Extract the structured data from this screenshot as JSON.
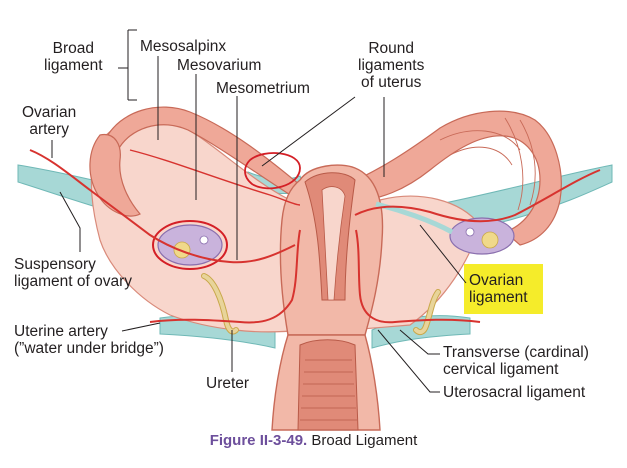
{
  "labels": {
    "broad_ligament": [
      "Broad",
      "ligament"
    ],
    "mesosalpinx": "Mesosalpinx",
    "mesovarium": "Mesovarium",
    "mesometrium": "Mesometrium",
    "round_ligaments": [
      "Round",
      "ligaments",
      "of uterus"
    ],
    "ovarian_artery": [
      "Ovarian",
      "artery"
    ],
    "suspensory_ligament": [
      "Suspensory",
      "ligament of ovary"
    ],
    "uterine_artery": [
      "Uterine artery",
      "(”water under bridge”)"
    ],
    "ureter": "Ureter",
    "ovarian_ligament": [
      "Ovarian",
      "ligament"
    ],
    "transverse_ligament": [
      "Transverse (cardinal)",
      "cervical ligament"
    ],
    "uterosacral_ligament": "Uterosacral ligament"
  },
  "caption": {
    "figure_number": "Figure II-3-49.",
    "title": "Broad Ligament"
  },
  "colors": {
    "tissue": "#f2b8a8",
    "tissue_light": "#f8d6cc",
    "tissue_dark": "#e08a78",
    "artery": "#d7332f",
    "peritoneum": "#a7d8d6",
    "ovary": "#c9b3dc",
    "ureter": "#e8d49a",
    "highlight": "#f5ec2a",
    "annotation_red": "#d41f26",
    "caption_accent": "#6d4f9c"
  }
}
